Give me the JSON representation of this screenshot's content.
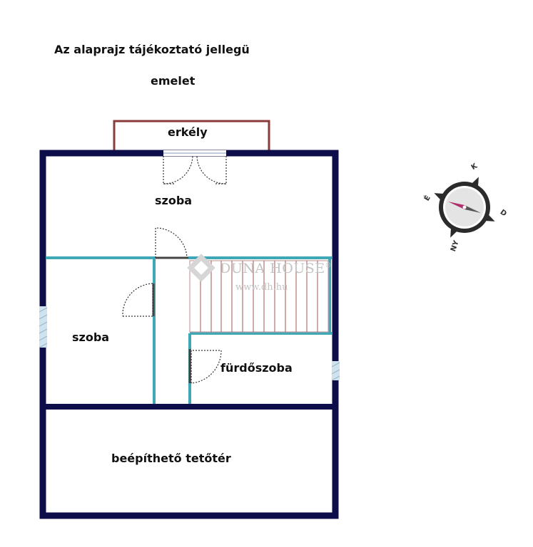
{
  "header": {
    "title": "Az alaprajz tájékoztató jellegü",
    "subtitle": "emelet"
  },
  "rooms": {
    "balcony": "erkély",
    "room_top": "szoba",
    "room_left": "szoba",
    "bathroom": "fürdőszoba",
    "attic": "beépíthető tetőtér"
  },
  "watermark": {
    "brand": "DUNA HOUSE",
    "registered": "®",
    "url": "www.dh.hu"
  },
  "compass": {
    "north": "K",
    "west": "É",
    "east": "D",
    "south": "NY"
  },
  "colors": {
    "outer_wall": "#0d0d4a",
    "inner_wall": "#3fa7b5",
    "balcony": "#8b3a3a",
    "stairs": "#b07070"
  }
}
